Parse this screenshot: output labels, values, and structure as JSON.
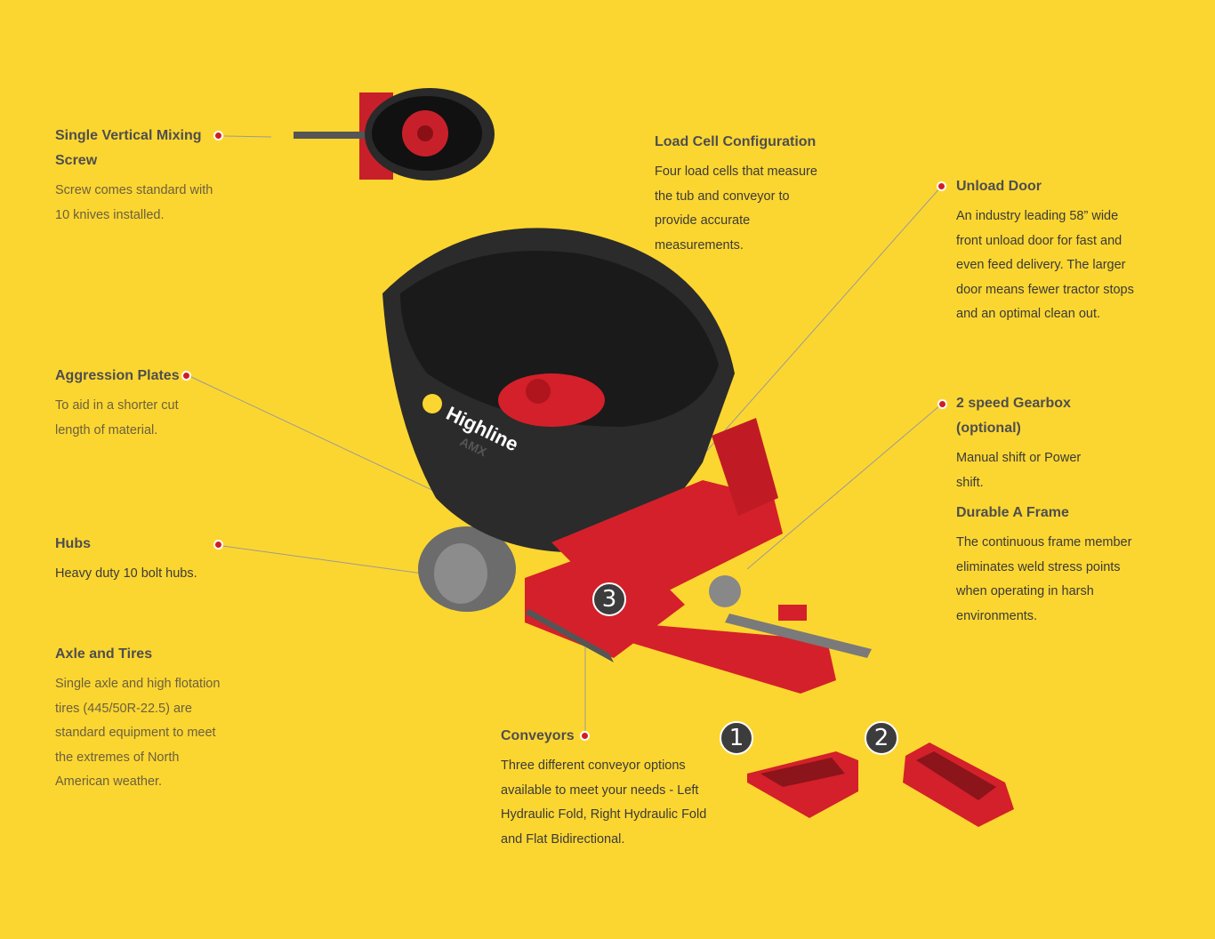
{
  "features": {
    "mixing_screw": {
      "title": "Single Vertical Mixing Screw",
      "text": "Screw comes standard with 10 knives installed."
    },
    "load_cell": {
      "title": "Load Cell Configuration",
      "text": "Four load cells that measure the tub and conveyor to provide accurate measurements."
    },
    "unload_door": {
      "title": "Unload Door",
      "text": "An industry leading 58” wide front unload door for fast and even feed delivery. The larger door means fewer tractor stops and an optimal clean out."
    },
    "aggression_plates": {
      "title": "Aggression Plates",
      "text": "To aid in a shorter cut length of material."
    },
    "gearbox": {
      "title": "2 speed Gearbox (optional)",
      "text": "Manual shift or Power shift."
    },
    "hubs": {
      "title": "Hubs",
      "text": "Heavy duty 10 bolt hubs."
    },
    "a_frame": {
      "title": "Durable A Frame",
      "text": "The continuous frame member eliminates weld stress points when operating in harsh environments."
    },
    "axle_tires": {
      "title": "Axle and Tires",
      "text": "Single axle and high flotation tires (445/50R-22.5) are standard equipment to meet the extremes of North American weather."
    },
    "conveyors": {
      "title": "Conveyors",
      "text": "Three different conveyor options available to meet your needs - Left Hydraulic Fold, Right Hydraulic Fold and Flat Bidirectional."
    }
  },
  "brand": {
    "logo": "Highline",
    "model": "AMX"
  },
  "conveyor_badges": [
    "1",
    "2",
    "3"
  ],
  "colors": {
    "background": "#fcd630",
    "machine_red": "#d4202a",
    "tub_black": "#2b2b2b",
    "dot_red": "#d01d24"
  }
}
